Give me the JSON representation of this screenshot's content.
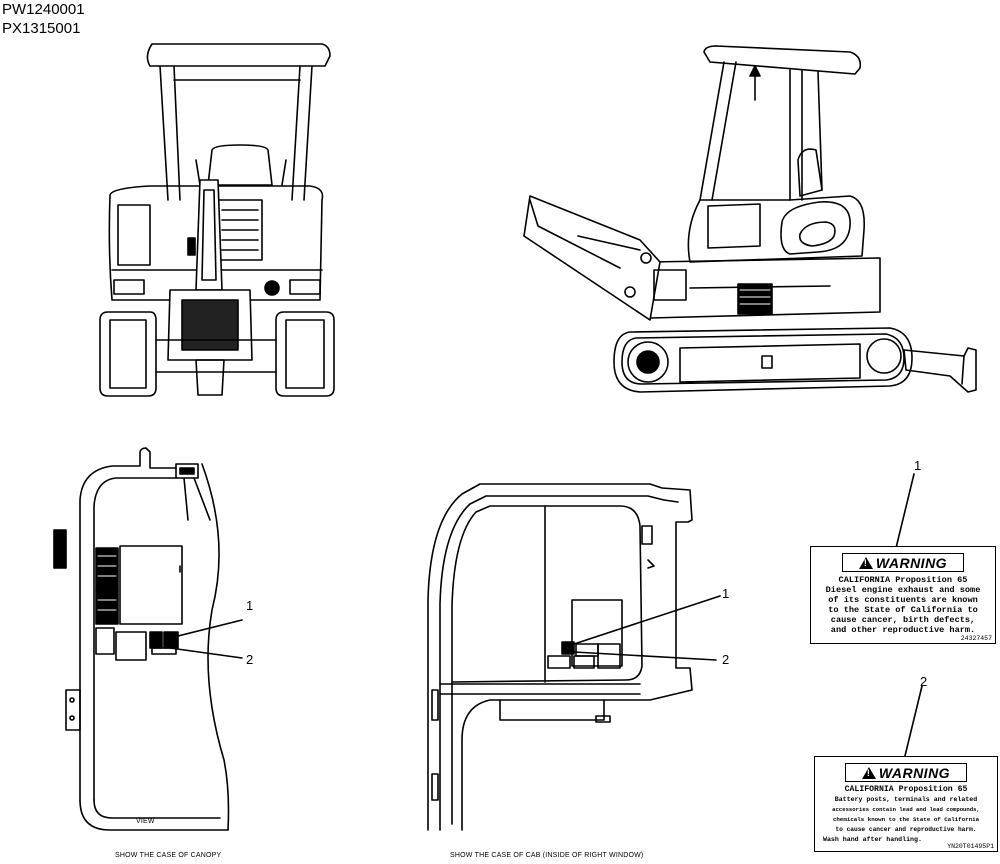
{
  "header": {
    "part_codes": [
      "PW1240001",
      "PX1315001"
    ]
  },
  "captions": {
    "view": "VIEW",
    "canopy": "SHOW THE CASE OF CANOPY",
    "cab": "SHOW THE CASE OF CAB (INSIDE OF RIGHT WINDOW)"
  },
  "callouts": {
    "canopy_1": "1",
    "canopy_2": "2",
    "cab_1": "1",
    "cab_2": "2",
    "label_1": "1",
    "label_2": "2"
  },
  "label_1": {
    "banner": "WARNING",
    "lines": [
      "CALIFORNIA Proposition 65",
      "Diesel engine exhaust and some",
      "of its constituents are known",
      "to the State of California to",
      "cause cancer, birth defects,",
      "and other reproductive harm."
    ],
    "code": "24327457"
  },
  "label_2": {
    "banner": "WARNING",
    "lines": [
      "CALIFORNIA Proposition 65",
      "Battery posts, terminals and related",
      "accessories contain lead and lead compounds,",
      "chemicals known to the State of California",
      "to cause cancer and reproductive harm.",
      "Wash hand after handling."
    ],
    "code": "YN20T01495P1"
  }
}
